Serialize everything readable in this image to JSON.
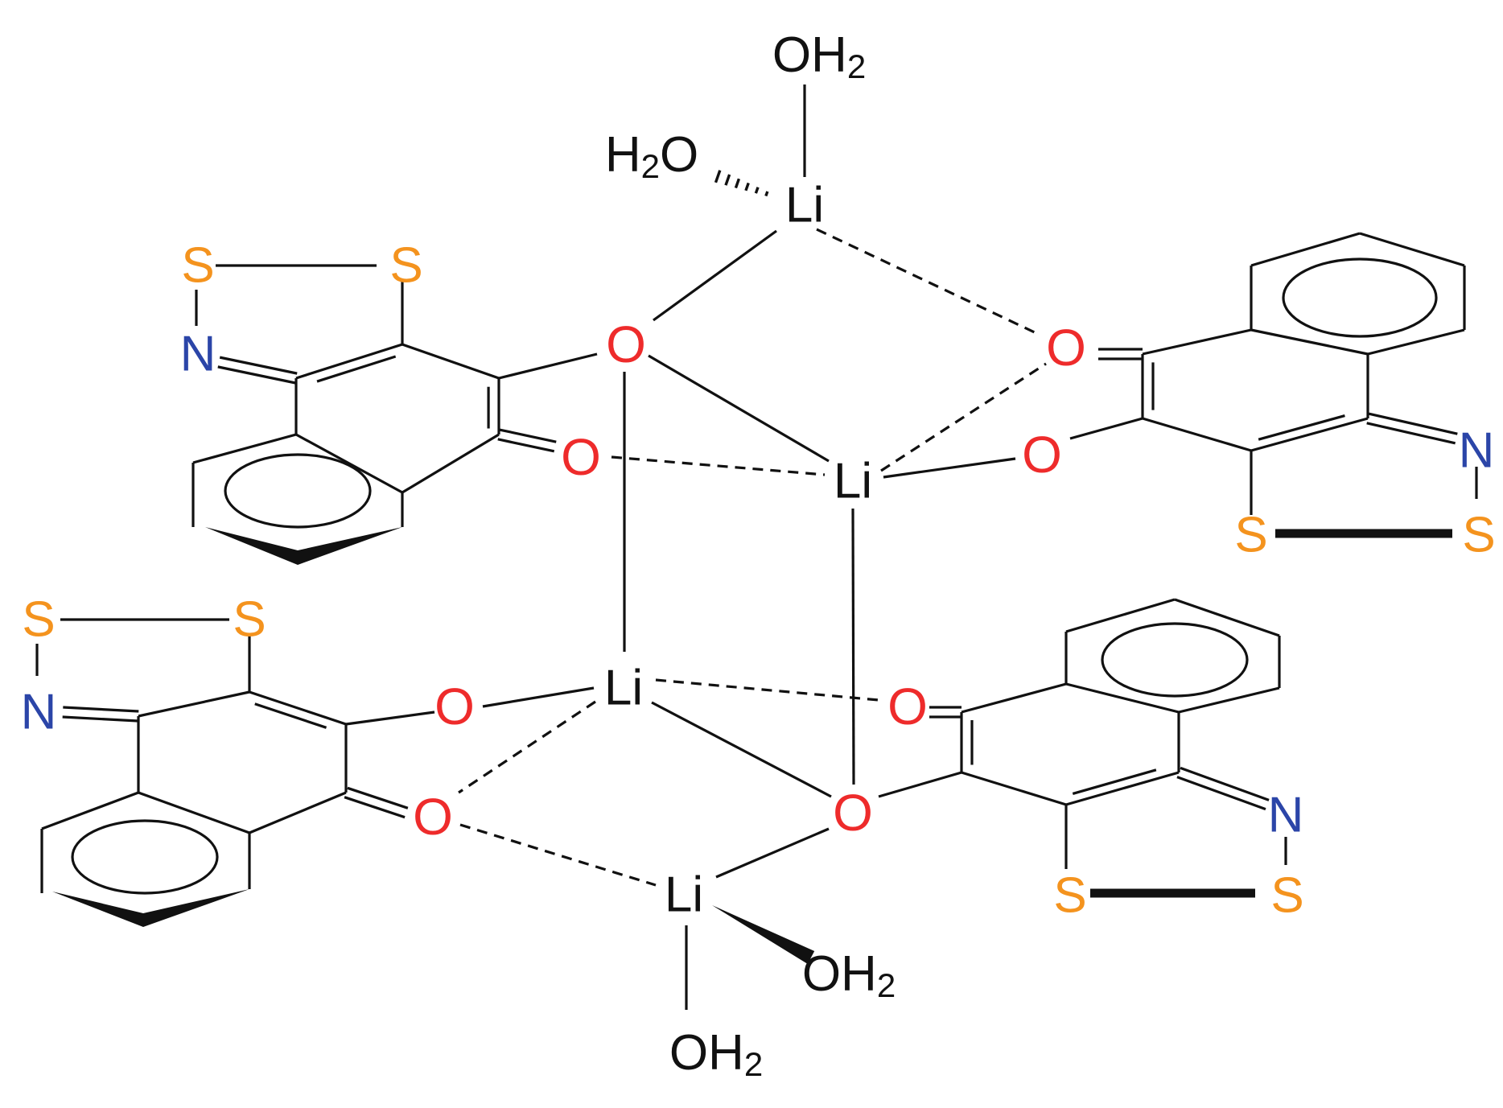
{
  "colors": {
    "bond": "#111111",
    "oxygen": "#ee2b2b",
    "sulfur": "#f4931e",
    "nitrogen": "#2b45a8",
    "lithium": "#111111",
    "water": "#111111",
    "background": "#ffffff"
  },
  "labels": {
    "li": "Li",
    "o": "O",
    "s": "S",
    "n": "N",
    "oh": "OH",
    "h": "H",
    "o_suffix": "O",
    "sub2": "2"
  },
  "diagram": {
    "type": "chemical-structure",
    "metal": "Li",
    "lithium_count": 4,
    "ligand_count": 4,
    "water_count": 4,
    "ligand": "naphtho[1,2-d][1,2,3]dithiazole-4,5-dione"
  }
}
